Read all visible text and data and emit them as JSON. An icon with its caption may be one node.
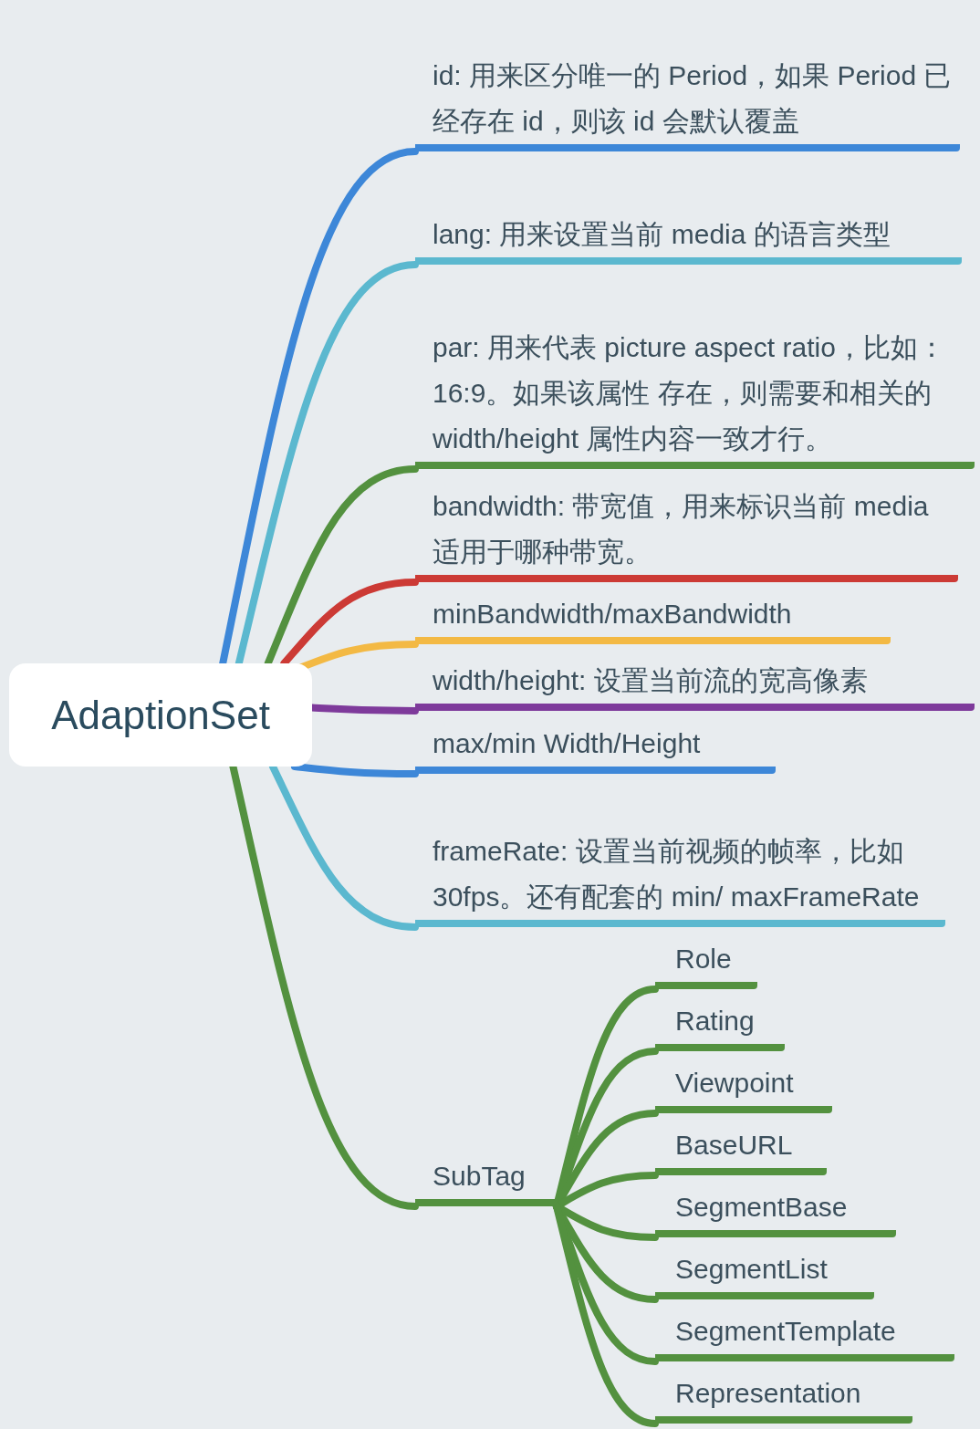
{
  "diagram": {
    "nodes": [
      {
        "text": [
          "AdaptionSet"
        ]
      },
      {
        "text": [
          "id: 用来区分唯一的 Period，如果 Period 已经存在 id，则该 id 会默认覆盖"
        ]
      },
      {
        "text": [
          "lang: 用来设置当前 media 的语言类型"
        ]
      },
      {
        "text": [
          "par: 用来代表 picture aspect ratio，比如：16:9。如果该属性 存在，则需要和相关的 width/height 属性内容一致才行。"
        ]
      },
      {
        "text": [
          "bandwidth: 带宽值，用来标识当前 media 适用于哪种带宽。"
        ]
      },
      {
        "text": [
          "minBandwidth/maxBandwidth"
        ]
      },
      {
        "text": [
          "width/height: 设置当前流的宽高像素"
        ]
      },
      {
        "text": [
          "max/min Width/Height"
        ]
      },
      {
        "text": [
          "frameRate: 设置当前视频的帧率，比如 30fps。还有配套的 min/ maxFrameRate"
        ]
      },
      {
        "text": [
          "SubTag"
        ]
      },
      {
        "text": [
          "Role"
        ]
      },
      {
        "text": [
          "Rating"
        ]
      },
      {
        "text": [
          "Viewpoint"
        ]
      },
      {
        "text": [
          "BaseURL"
        ]
      },
      {
        "text": [
          "SegmentBase"
        ]
      },
      {
        "text": [
          "SegmentList"
        ]
      },
      {
        "text": [
          "SegmentTemplate"
        ]
      },
      {
        "text": [
          "Representation"
        ]
      }
    ],
    "edges": [
      {
        "from": 0,
        "to": 1,
        "arrow": "none",
        "color": "#3d87d8"
      },
      {
        "from": 0,
        "to": 2,
        "arrow": "none",
        "color": "#5bb8cf"
      },
      {
        "from": 0,
        "to": 3,
        "arrow": "none"
      },
      {
        "from": 0,
        "to": 4,
        "arrow": "none",
        "color": "#cc3a35"
      },
      {
        "from": 0,
        "to": 5,
        "arrow": "none",
        "color": "#f3b944"
      },
      {
        "from": 0,
        "to": 6,
        "arrow": "none",
        "color": "#7e3a9b"
      },
      {
        "from": 0,
        "to": 7,
        "arrow": "none",
        "color": "#3d87d8"
      },
      {
        "from": 0,
        "to": 8,
        "arrow": "none",
        "color": "#5bb8cf"
      },
      {
        "from": 0,
        "to": 9,
        "arrow": "none"
      },
      {
        "from": 9,
        "to": 10,
        "arrow": "none"
      },
      {
        "from": 9,
        "to": 11,
        "arrow": "none"
      },
      {
        "from": 9,
        "to": 12,
        "arrow": "none"
      },
      {
        "from": 9,
        "to": 13,
        "arrow": "none"
      },
      {
        "from": 9,
        "to": 14,
        "arrow": "none"
      },
      {
        "from": 9,
        "to": 15,
        "arrow": "none"
      },
      {
        "from": 9,
        "to": 16,
        "arrow": "none"
      },
      {
        "from": 9,
        "to": 17,
        "arrow": "none"
      }
    ]
  }
}
